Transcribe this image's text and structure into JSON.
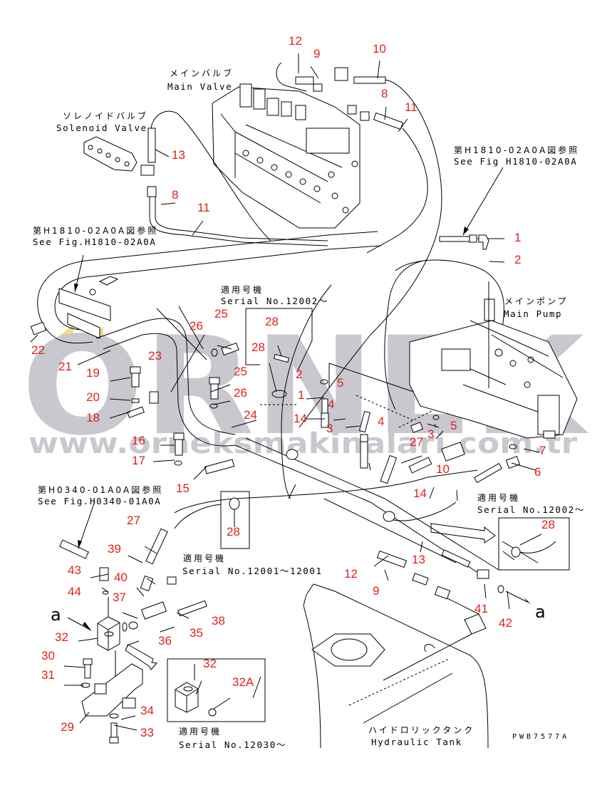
{
  "watermark": {
    "brand": "ORNEK",
    "url": "www.orneksmakinalari.com.tr",
    "brand_color": "#c9c8cf",
    "accent_color": "#f5d98a"
  },
  "colors": {
    "callout": "#e0201c",
    "line": "#000000",
    "background": "#ffffff"
  },
  "components": {
    "main_valve": {
      "jp": "メインバルブ",
      "en": "Main Valve"
    },
    "solenoid_valve": {
      "jp": "ソレノイドバルブ",
      "en": "Solenoid Valve"
    },
    "main_pump": {
      "jp": "メインポンプ",
      "en": "Main Pump"
    },
    "hydraulic_tank": {
      "jp": "ハイドロリックタンク",
      "en": "Hydraulic Tank"
    }
  },
  "references": {
    "fig_h1810_right": {
      "jp": "第H1810-02A0A図参照",
      "en": "See Fig H1810-02A0A"
    },
    "fig_h1810_left": {
      "jp": "第H1810-02A0A図参照",
      "en": "See Fig.H1810-02A0A"
    },
    "fig_h0340": {
      "jp": "第H0340-01A0A図参照",
      "en": "See Fig.H0340-01A0A"
    }
  },
  "serial_notes": {
    "center_top": {
      "jp": "適用号機",
      "en": "Serial No.12002〜"
    },
    "right": {
      "jp": "適用号機",
      "en": "Serial No.12002〜"
    },
    "center_bottom": {
      "jp": "適用号機",
      "en": "Serial No.12001〜12001"
    },
    "bottom_left": {
      "jp": "適用号機",
      "en": "Serial No.12030〜"
    }
  },
  "view_marks": {
    "arrow_a_left": "a",
    "arrow_a_right": "a"
  },
  "drawing_code": "PWB7577A",
  "callouts": [
    {
      "id": "c12a",
      "text": "12"
    },
    {
      "id": "c9a",
      "text": "9"
    },
    {
      "id": "c10a",
      "text": "10"
    },
    {
      "id": "c8a",
      "text": "8"
    },
    {
      "id": "c11a",
      "text": "11"
    },
    {
      "id": "c13a",
      "text": "13"
    },
    {
      "id": "c8b",
      "text": "8"
    },
    {
      "id": "c11b",
      "text": "11"
    },
    {
      "id": "c1a",
      "text": "1"
    },
    {
      "id": "c2a",
      "text": "2"
    },
    {
      "id": "c22",
      "text": "22"
    },
    {
      "id": "c21",
      "text": "21"
    },
    {
      "id": "c26a",
      "text": "26"
    },
    {
      "id": "c25a",
      "text": "25"
    },
    {
      "id": "c28a",
      "text": "28"
    },
    {
      "id": "c28b",
      "text": "28"
    },
    {
      "id": "c19",
      "text": "19"
    },
    {
      "id": "c23",
      "text": "23"
    },
    {
      "id": "c25b",
      "text": "25"
    },
    {
      "id": "c2b",
      "text": "2"
    },
    {
      "id": "c5a",
      "text": "5"
    },
    {
      "id": "c20",
      "text": "20"
    },
    {
      "id": "c26b",
      "text": "26"
    },
    {
      "id": "c1b",
      "text": "1"
    },
    {
      "id": "c4a",
      "text": "4"
    },
    {
      "id": "c18",
      "text": "18"
    },
    {
      "id": "c24",
      "text": "24"
    },
    {
      "id": "c14a",
      "text": "14"
    },
    {
      "id": "c4b",
      "text": "4"
    },
    {
      "id": "c5b",
      "text": "5"
    },
    {
      "id": "c3a",
      "text": "3"
    },
    {
      "id": "c3b",
      "text": "3"
    },
    {
      "id": "c16",
      "text": "16"
    },
    {
      "id": "c27a",
      "text": "27"
    },
    {
      "id": "c17",
      "text": "17"
    },
    {
      "id": "c7",
      "text": "7"
    },
    {
      "id": "c10b",
      "text": "10"
    },
    {
      "id": "c15",
      "text": "15"
    },
    {
      "id": "c6",
      "text": "6"
    },
    {
      "id": "c14b",
      "text": "14"
    },
    {
      "id": "c27b",
      "text": "27"
    },
    {
      "id": "c28c",
      "text": "28"
    },
    {
      "id": "c28d",
      "text": "28"
    },
    {
      "id": "c39",
      "text": "39"
    },
    {
      "id": "c13b",
      "text": "13"
    },
    {
      "id": "c43",
      "text": "43"
    },
    {
      "id": "c40",
      "text": "40"
    },
    {
      "id": "c12b",
      "text": "12"
    },
    {
      "id": "c44",
      "text": "44"
    },
    {
      "id": "c37",
      "text": "37"
    },
    {
      "id": "c9b",
      "text": "9"
    },
    {
      "id": "c41",
      "text": "41"
    },
    {
      "id": "c38",
      "text": "38"
    },
    {
      "id": "c42",
      "text": "42"
    },
    {
      "id": "c35",
      "text": "35"
    },
    {
      "id": "c36",
      "text": "36"
    },
    {
      "id": "c32a",
      "text": "32"
    },
    {
      "id": "c30",
      "text": "30"
    },
    {
      "id": "c32b",
      "text": "32"
    },
    {
      "id": "c31",
      "text": "31"
    },
    {
      "id": "c32A",
      "text": "32A"
    },
    {
      "id": "c34",
      "text": "34"
    },
    {
      "id": "c29",
      "text": "29"
    },
    {
      "id": "c33",
      "text": "33"
    }
  ]
}
